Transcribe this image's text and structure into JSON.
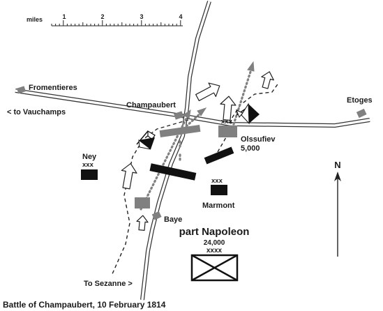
{
  "scale": {
    "unit_label": "miles",
    "tick_labels": [
      "1",
      "2",
      "3",
      "4"
    ]
  },
  "places": {
    "fromentieres": "Fromentieres",
    "to_vauchamps": "< to Vauchamps",
    "champaubert": "Champaubert",
    "etoges": "Etoges",
    "baye": "Baye",
    "to_sezanne": "To Sezanne >"
  },
  "units": {
    "ney": {
      "name": "Ney",
      "echelon": "xxx"
    },
    "olssufiev": {
      "name": "Olssufiev",
      "echelon": "xxx",
      "strength": "5,000"
    },
    "marmont": {
      "name": "Marmont",
      "echelon": "xxx"
    },
    "napoleon": {
      "name": "part Napoleon",
      "strength": "24,000",
      "echelon": "xxxx"
    }
  },
  "north_label": "N",
  "caption": "Battle of Champaubert, 10 February 1814",
  "colors": {
    "french": "#111111",
    "allied": "#808080",
    "road_outline": "#333333",
    "background": "#ffffff"
  }
}
